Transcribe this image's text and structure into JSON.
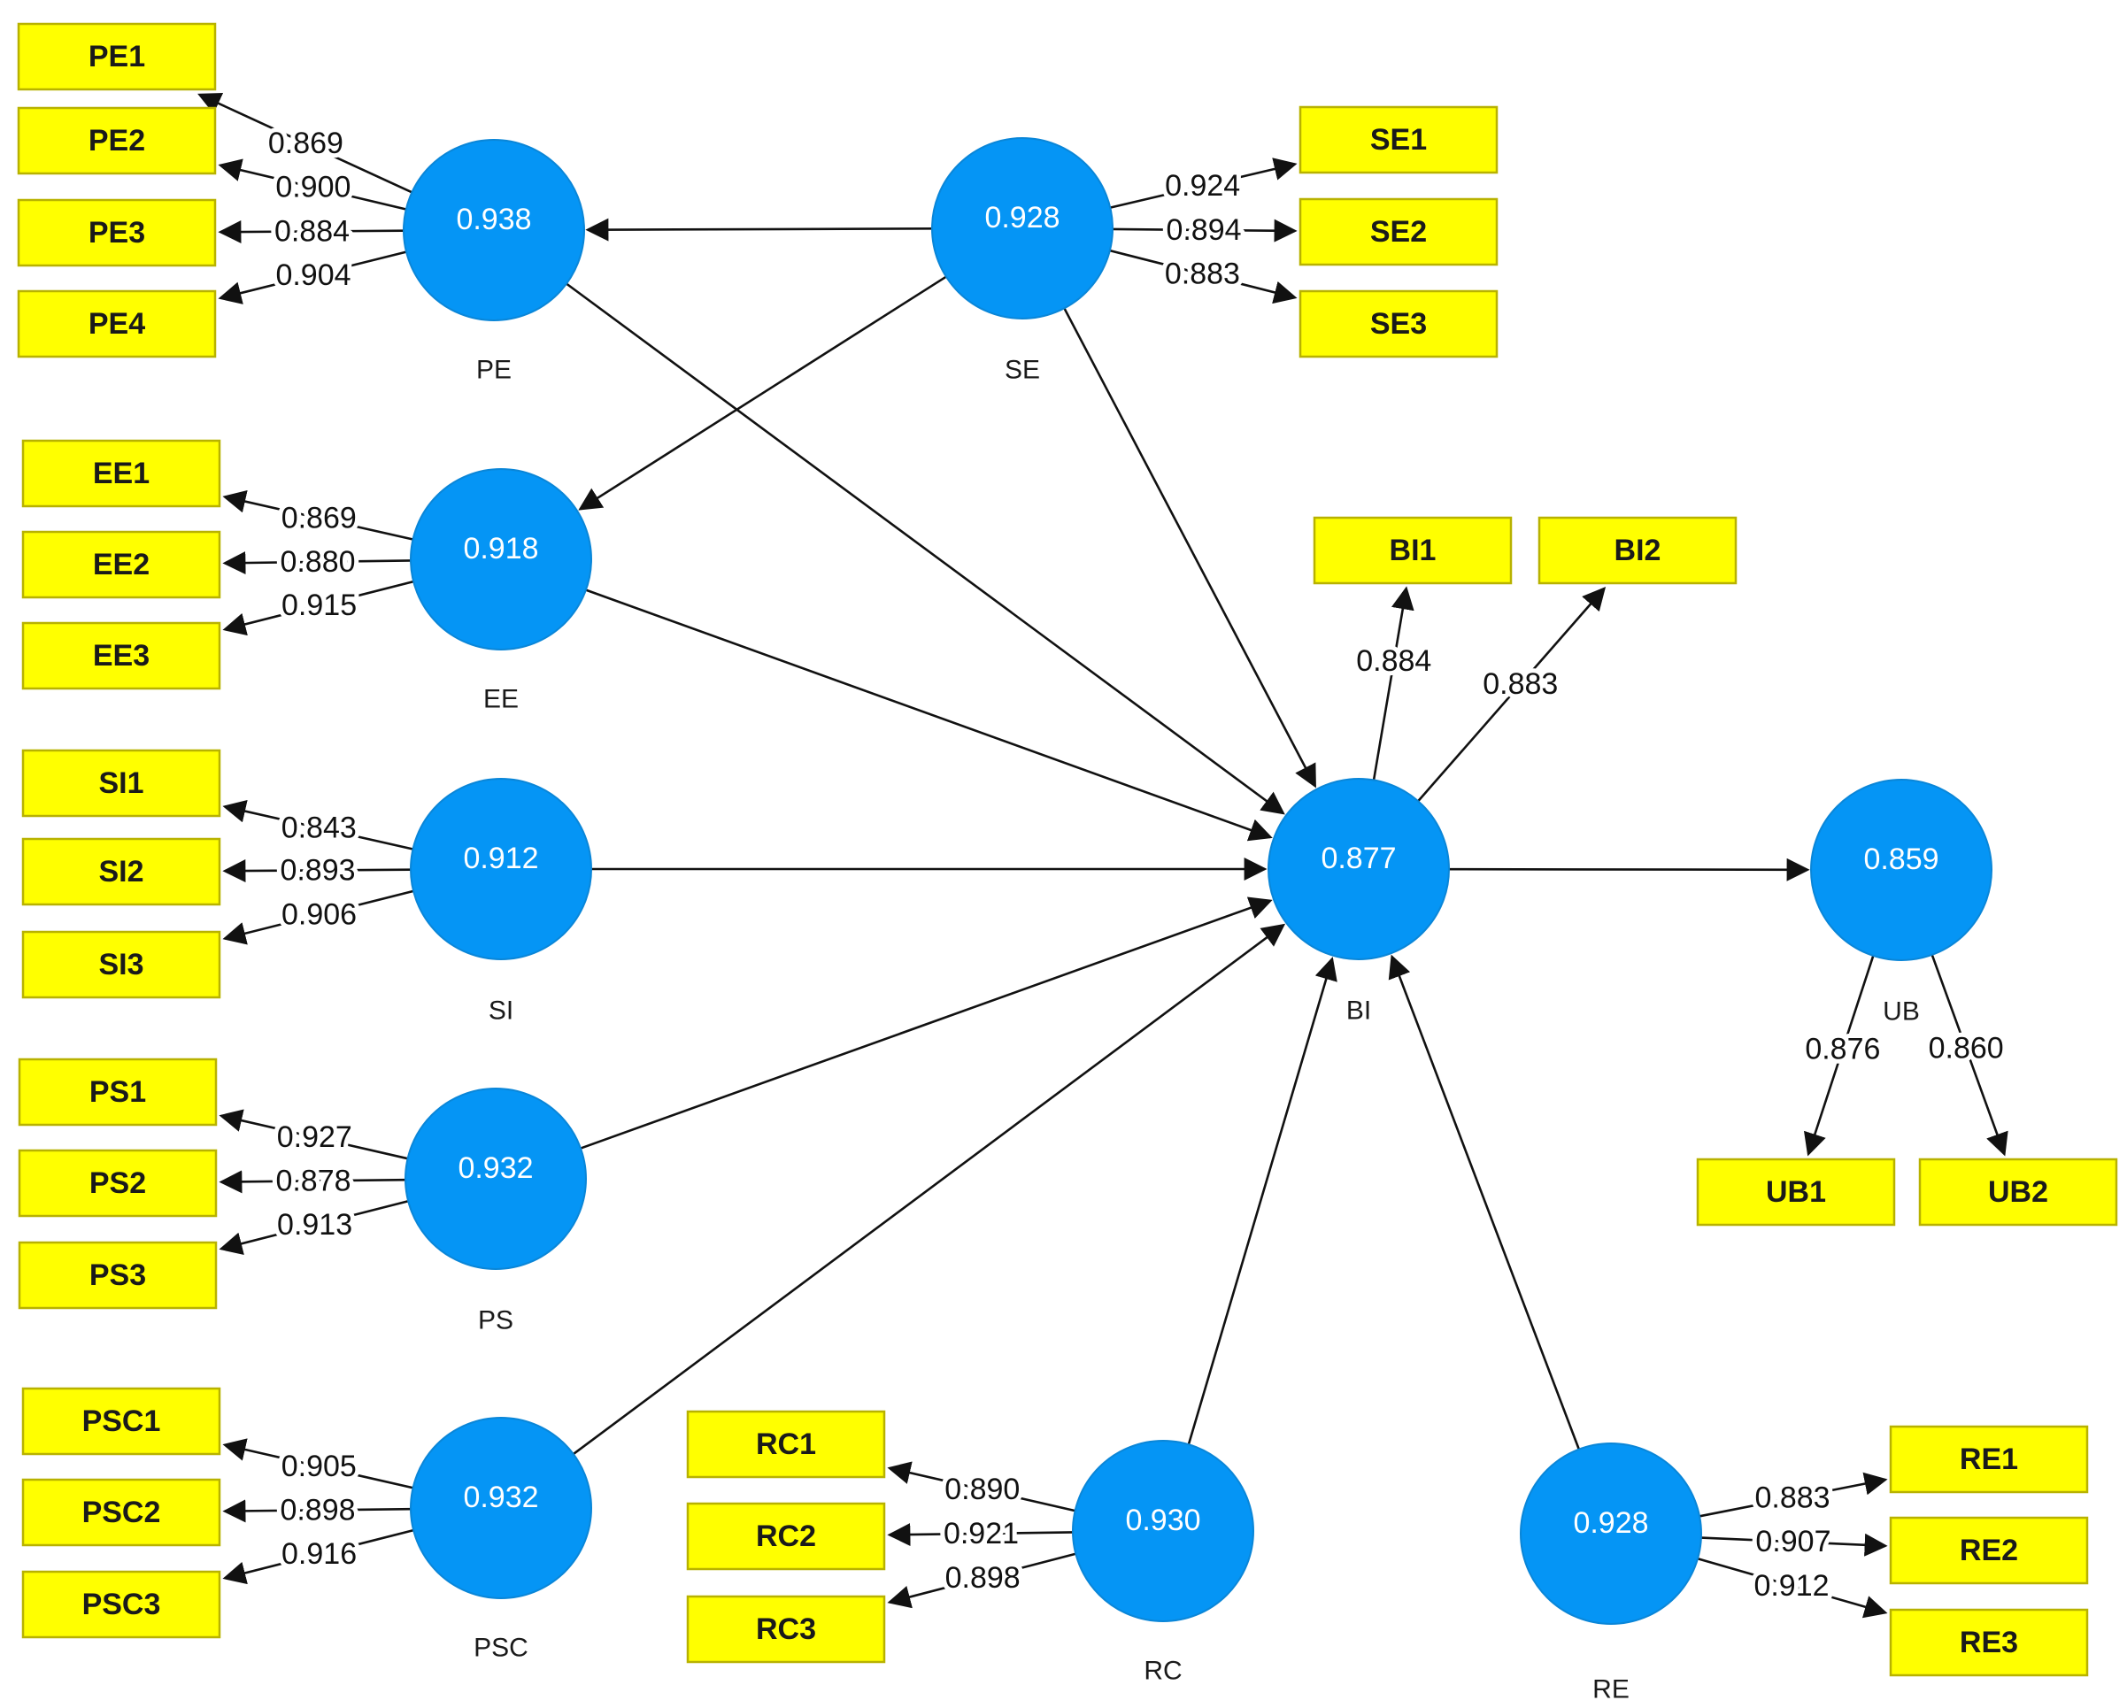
{
  "latents": [
    {
      "id": "PE",
      "value": "0.938",
      "label": "PE"
    },
    {
      "id": "SE",
      "value": "0.928",
      "label": "SE"
    },
    {
      "id": "EE",
      "value": "0.918",
      "label": "EE"
    },
    {
      "id": "SI",
      "value": "0.912",
      "label": "SI"
    },
    {
      "id": "PS",
      "value": "0.932",
      "label": "PS"
    },
    {
      "id": "PSC",
      "value": "0.932",
      "label": "PSC"
    },
    {
      "id": "RC",
      "value": "0.930",
      "label": "RC"
    },
    {
      "id": "RE",
      "value": "0.928",
      "label": "RE"
    },
    {
      "id": "BI",
      "value": "0.877",
      "label": "BI"
    },
    {
      "id": "UB",
      "value": "0.859",
      "label": "UB"
    }
  ],
  "indicators": [
    {
      "id": "PE1",
      "label": "PE1"
    },
    {
      "id": "PE2",
      "label": "PE2"
    },
    {
      "id": "PE3",
      "label": "PE3"
    },
    {
      "id": "PE4",
      "label": "PE4"
    },
    {
      "id": "SE1",
      "label": "SE1"
    },
    {
      "id": "SE2",
      "label": "SE2"
    },
    {
      "id": "SE3",
      "label": "SE3"
    },
    {
      "id": "EE1",
      "label": "EE1"
    },
    {
      "id": "EE2",
      "label": "EE2"
    },
    {
      "id": "EE3",
      "label": "EE3"
    },
    {
      "id": "SI1",
      "label": "SI1"
    },
    {
      "id": "SI2",
      "label": "SI2"
    },
    {
      "id": "SI3",
      "label": "SI3"
    },
    {
      "id": "PS1",
      "label": "PS1"
    },
    {
      "id": "PS2",
      "label": "PS2"
    },
    {
      "id": "PS3",
      "label": "PS3"
    },
    {
      "id": "PSC1",
      "label": "PSC1"
    },
    {
      "id": "PSC2",
      "label": "PSC2"
    },
    {
      "id": "PSC3",
      "label": "PSC3"
    },
    {
      "id": "RC1",
      "label": "RC1"
    },
    {
      "id": "RC2",
      "label": "RC2"
    },
    {
      "id": "RC3",
      "label": "RC3"
    },
    {
      "id": "RE1",
      "label": "RE1"
    },
    {
      "id": "RE2",
      "label": "RE2"
    },
    {
      "id": "RE3",
      "label": "RE3"
    },
    {
      "id": "BI1",
      "label": "BI1"
    },
    {
      "id": "BI2",
      "label": "BI2"
    },
    {
      "id": "UB1",
      "label": "UB1"
    },
    {
      "id": "UB2",
      "label": "UB2"
    }
  ],
  "loadings": [
    {
      "from": "PE",
      "to": "PE1",
      "value": "0.869"
    },
    {
      "from": "PE",
      "to": "PE2",
      "value": "0.900"
    },
    {
      "from": "PE",
      "to": "PE3",
      "value": "0.884"
    },
    {
      "from": "PE",
      "to": "PE4",
      "value": "0.904"
    },
    {
      "from": "SE",
      "to": "SE1",
      "value": "0.924"
    },
    {
      "from": "SE",
      "to": "SE2",
      "value": "0.894"
    },
    {
      "from": "SE",
      "to": "SE3",
      "value": "0.883"
    },
    {
      "from": "EE",
      "to": "EE1",
      "value": "0.869"
    },
    {
      "from": "EE",
      "to": "EE2",
      "value": "0.880"
    },
    {
      "from": "EE",
      "to": "EE3",
      "value": "0.915"
    },
    {
      "from": "SI",
      "to": "SI1",
      "value": "0.843"
    },
    {
      "from": "SI",
      "to": "SI2",
      "value": "0.893"
    },
    {
      "from": "SI",
      "to": "SI3",
      "value": "0.906"
    },
    {
      "from": "PS",
      "to": "PS1",
      "value": "0.927"
    },
    {
      "from": "PS",
      "to": "PS2",
      "value": "0.878"
    },
    {
      "from": "PS",
      "to": "PS3",
      "value": "0.913"
    },
    {
      "from": "PSC",
      "to": "PSC1",
      "value": "0.905"
    },
    {
      "from": "PSC",
      "to": "PSC2",
      "value": "0.898"
    },
    {
      "from": "PSC",
      "to": "PSC3",
      "value": "0.916"
    },
    {
      "from": "RC",
      "to": "RC1",
      "value": "0.890"
    },
    {
      "from": "RC",
      "to": "RC2",
      "value": "0.921"
    },
    {
      "from": "RC",
      "to": "RC3",
      "value": "0.898"
    },
    {
      "from": "RE",
      "to": "RE1",
      "value": "0.883"
    },
    {
      "from": "RE",
      "to": "RE2",
      "value": "0.907"
    },
    {
      "from": "RE",
      "to": "RE3",
      "value": "0.912"
    },
    {
      "from": "BI",
      "to": "BI1",
      "value": "0.884"
    },
    {
      "from": "BI",
      "to": "BI2",
      "value": "0.883"
    },
    {
      "from": "UB",
      "to": "UB1",
      "value": "0.876"
    },
    {
      "from": "UB",
      "to": "UB2",
      "value": "0.860"
    }
  ],
  "paths": [
    {
      "from": "SE",
      "to": "PE"
    },
    {
      "from": "SE",
      "to": "EE"
    },
    {
      "from": "SE",
      "to": "BI"
    },
    {
      "from": "PE",
      "to": "BI"
    },
    {
      "from": "EE",
      "to": "BI"
    },
    {
      "from": "SI",
      "to": "BI"
    },
    {
      "from": "PS",
      "to": "BI"
    },
    {
      "from": "PSC",
      "to": "BI"
    },
    {
      "from": "RC",
      "to": "BI"
    },
    {
      "from": "RE",
      "to": "BI"
    },
    {
      "from": "BI",
      "to": "UB"
    }
  ],
  "colors": {
    "latent_fill": "#0595f5",
    "indicator_fill": "#ffff00",
    "edge": "#111111"
  }
}
